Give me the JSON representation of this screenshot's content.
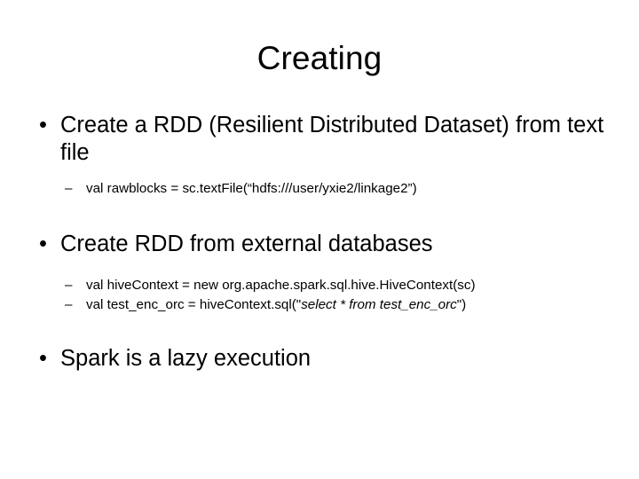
{
  "slide": {
    "title": "Creating",
    "background_color": "#FFFFFF",
    "text_color": "#000000",
    "bullet_marker_level1": "•",
    "bullet_marker_level2": "–",
    "content": {
      "bullet1": {
        "text": "Create a RDD (Resilient Distributed Dataset) from text file",
        "sub": [
          {
            "code_prefix": "val rawblocks = sc.textFile(“hdfs:///user/yxie2/linkage2”)"
          }
        ]
      },
      "bullet2": {
        "text": "Create RDD from external databases",
        "sub": [
          {
            "code_prefix": "val hiveContext = new org.apache.spark.sql.hive.HiveContext(sc)"
          },
          {
            "code_prefix": "val test_enc_orc = hiveContext.sql(\"",
            "code_italic": "select * from test_enc_orc",
            "code_suffix": "\")"
          }
        ]
      },
      "bullet3": {
        "text": "Spark is a lazy execution"
      }
    }
  }
}
